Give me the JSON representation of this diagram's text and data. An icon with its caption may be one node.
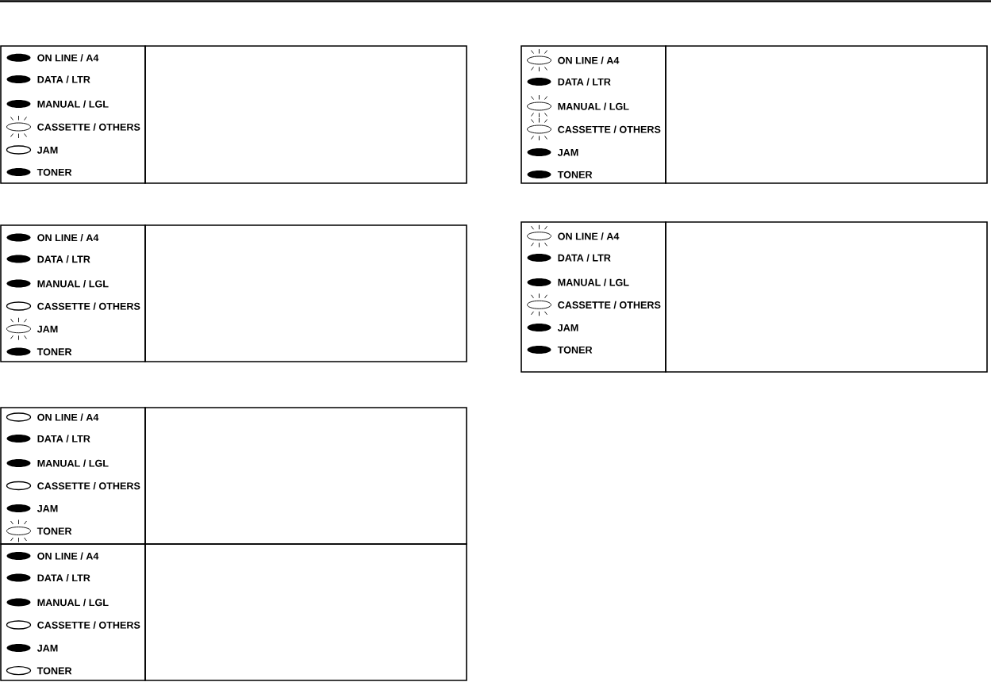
{
  "diagram": {
    "nodes": [
      {
        "text": [
          "ON LINE / A4",
          "DATA / LTR",
          "MANUAL / LGL",
          "CASSETTE / OTHERS",
          "JAM",
          "TONER"
        ]
      },
      {
        "text": [],
        "shape": "box"
      },
      {
        "text": [
          "ON LINE / A4",
          "DATA / LTR",
          "MANUAL / LGL",
          "CASSETTE / OTHERS",
          "JAM",
          "TONER"
        ]
      },
      {
        "text": [],
        "shape": "box"
      },
      {
        "text": [
          "ON LINE / A4",
          "DATA / LTR",
          "MANUAL / LGL",
          "CASSETTE / OTHERS",
          "JAM",
          "TONER"
        ]
      },
      {
        "text": [],
        "shape": "box"
      },
      {
        "text": [
          "ON LINE / A4",
          "DATA / LTR",
          "MANUAL / LGL",
          "CASSETTE / OTHERS",
          "JAM",
          "TONER"
        ]
      },
      {
        "text": [],
        "shape": "box"
      },
      {
        "text": [
          "ON LINE / A4",
          "DATA / LTR",
          "MANUAL / LGL",
          "CASSETTE / OTHERS",
          "JAM",
          "TONER"
        ]
      },
      {
        "text": [],
        "shape": "box"
      },
      {
        "text": [
          "ON LINE / A4",
          "DATA / LTR",
          "MANUAL / LGL",
          "CASSETTE / OTHERS",
          "JAM",
          "TONER"
        ]
      },
      {
        "text": [],
        "shape": "box"
      }
    ]
  }
}
